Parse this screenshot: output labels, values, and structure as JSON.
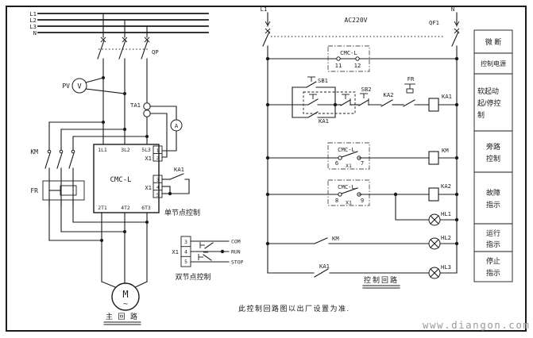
{
  "main_circuit": {
    "phases": [
      "L1",
      "L2",
      "L3",
      "N"
    ],
    "breaker_label": "QP",
    "pv_label": "PV",
    "voltmeter_glyph": "V",
    "ct_label": "TA1",
    "ammeter_glyph": "A",
    "km_label": "KM",
    "fr_label": "FR",
    "starter": {
      "name": "CMC-L",
      "input_terminals": [
        "1L1",
        "3L2",
        "5L3"
      ],
      "output_terminals": [
        "2T1",
        "4T2",
        "6T3"
      ],
      "x1_label": "X1",
      "x1_upper_pins": [
        "1",
        "2"
      ],
      "x1_lower_pins": [
        "3",
        "4",
        "5"
      ]
    },
    "single_node": {
      "relay": "KA1",
      "caption": "单节点控制"
    },
    "dual_node": {
      "x1_label": "X1",
      "pins": [
        "3",
        "4",
        "5"
      ],
      "signals": [
        "COM",
        "RUN",
        "STOP"
      ],
      "caption": "双节点控制"
    },
    "motor_glyph": "M",
    "motor_wave": "~",
    "caption": "主 回 路"
  },
  "control_circuit": {
    "left_phase": "L1",
    "right_phase": "N",
    "voltage": "AC220V",
    "breaker_label": "QF1",
    "rung_power": {
      "device": "CMC-L",
      "pins": [
        "11",
        "12"
      ]
    },
    "rung_startstop": {
      "sb1": "SB1",
      "ka1_contact": "KA1",
      "sb2": "SB2",
      "ka2_contact": "KA2",
      "fr_contact": "FR",
      "coil": "KA1"
    },
    "rung_bypass": {
      "device": "CMC-L",
      "pin_a": "6",
      "x1": "X1",
      "pin_b": "7",
      "coil": "KM"
    },
    "rung_fault": {
      "device": "CMC-L",
      "pin_a": "8",
      "x1": "X1",
      "pin_b": "9",
      "coil": "KA2",
      "lamp": "HL1"
    },
    "rung_run": {
      "contact": "KM",
      "lamp": "HL2"
    },
    "rung_stop": {
      "contact": "KA1",
      "lamp": "HL3"
    },
    "caption": "控制回路"
  },
  "side_panel": {
    "rows": [
      {
        "lines": [
          "微 断"
        ]
      },
      {
        "lines": [
          "控制电源"
        ]
      },
      {
        "lines": [
          "软起动",
          "起/停控",
          "制"
        ]
      },
      {
        "lines": [
          "旁路",
          "控制"
        ]
      },
      {
        "lines": [
          "故障",
          "指示"
        ]
      },
      {
        "lines": [
          "运行",
          "指示"
        ]
      },
      {
        "lines": [
          "停止",
          "指示"
        ]
      }
    ]
  },
  "footer": {
    "note": "此控制回路图以出厂设置为准.",
    "watermark": "www.diangon.com"
  },
  "colors": {
    "line": "#1a1a1a",
    "watermark": "#9a9a9a",
    "background": "#ffffff"
  }
}
